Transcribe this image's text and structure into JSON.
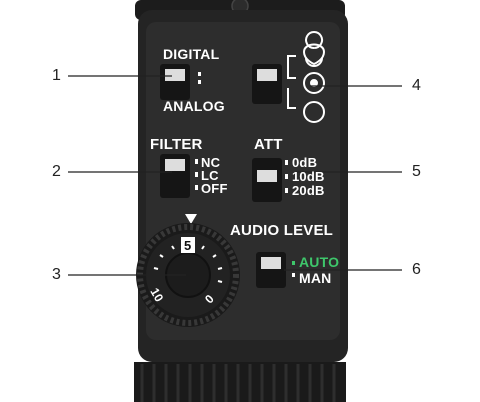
{
  "controls": {
    "digital_label": "DIGITAL",
    "analog_label": "ANALOG",
    "filter_label": "FILTER",
    "filter_options": [
      "NC",
      "LC",
      "OFF"
    ],
    "att_label": "ATT",
    "att_options": [
      "0dB",
      "10dB",
      "20dB"
    ],
    "audio_level_label": "AUDIO LEVEL",
    "audio_level_options": [
      "AUTO",
      "MAN"
    ],
    "dial_marks": [
      "5",
      "10",
      "0"
    ]
  },
  "callouts": [
    "1",
    "2",
    "3",
    "4",
    "5",
    "6"
  ],
  "icons": [
    "mic-pattern-cardioid-icon",
    "mic-pattern-omni-icon",
    "mic-pattern-bidirectional-icon",
    "dial-indicator-triangle-icon"
  ],
  "colors": {
    "body": "#1e1e1e",
    "panel": "#2b2b2b",
    "label": "#ffffff",
    "auto_accent": "#3ec76b",
    "background": "#ffffff"
  }
}
